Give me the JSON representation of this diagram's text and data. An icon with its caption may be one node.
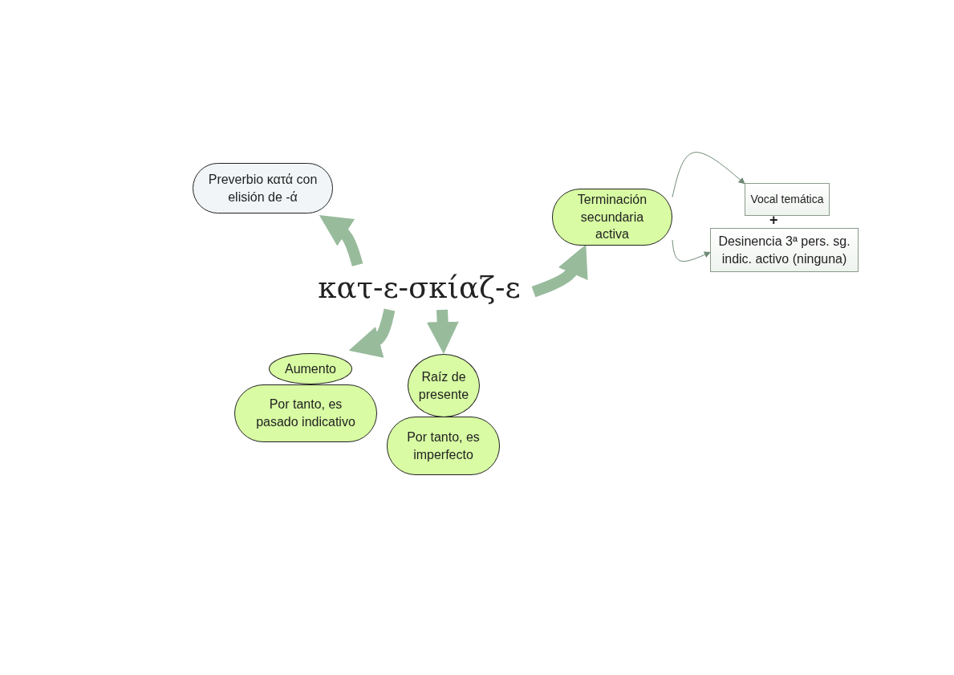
{
  "diagram": {
    "nodes": [
      {
        "text": [
          "Preverbio κατά con elisión de -ά"
        ]
      },
      {
        "text": [
          "κατ-ε-σκίαζ-ε"
        ]
      },
      {
        "text": [
          "Terminación secundaria activa"
        ]
      },
      {
        "text": [
          "Vocal temática"
        ]
      },
      {
        "text": [
          "Desinencia 3ª pers. sg. indic. activo (ninguna)"
        ]
      },
      {
        "text": [
          "Aumento"
        ]
      },
      {
        "text": [
          "Por tanto, es pasado indicativo"
        ]
      },
      {
        "text": [
          "Raíz de presente"
        ]
      },
      {
        "text": [
          "Por tanto, es imperfecto"
        ]
      }
    ],
    "edges": [
      {
        "from": 1,
        "to": 0,
        "arrow": "to"
      },
      {
        "from": 1,
        "to": 2,
        "arrow": "to"
      },
      {
        "from": 1,
        "to": 5,
        "arrow": "to"
      },
      {
        "from": 1,
        "to": 7,
        "arrow": "to"
      },
      {
        "from": 2,
        "to": 3,
        "arrow": "to",
        "color": "#6f8a76"
      },
      {
        "from": 2,
        "to": 4,
        "arrow": "to",
        "color": "#6f8a76"
      }
    ],
    "labels": [
      "+"
    ]
  }
}
